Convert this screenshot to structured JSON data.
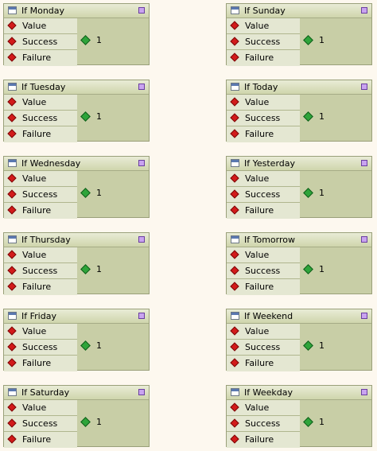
{
  "port_labels": [
    "Value",
    "Success",
    "Failure"
  ],
  "output_label": "1",
  "nodes": [
    {
      "title": "If Monday"
    },
    {
      "title": "If Sunday"
    },
    {
      "title": "If Tuesday"
    },
    {
      "title": "If Today"
    },
    {
      "title": "If Wednesday"
    },
    {
      "title": "If Yesterday"
    },
    {
      "title": "If Thursday"
    },
    {
      "title": "If Tomorrow"
    },
    {
      "title": "If Friday"
    },
    {
      "title": "If Weekend"
    },
    {
      "title": "If Saturday"
    },
    {
      "title": "If Weekday"
    }
  ],
  "icons": {
    "title": "calendar-icon",
    "corner": "purple-square-icon",
    "input_port": "red-diamond-icon",
    "output_port": "green-diamond-icon"
  },
  "colors": {
    "input_port": "#d21a1a",
    "output_port": "#2ea43a",
    "node_body": "#c8cea6",
    "background": "#fdf8ef"
  }
}
